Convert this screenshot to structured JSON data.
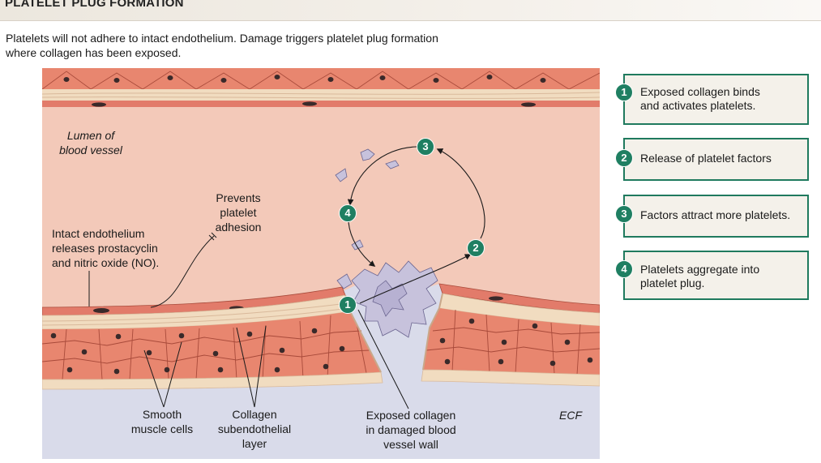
{
  "header": {
    "title": "PLATELET PLUG FORMATION"
  },
  "intro": {
    "line1": "Platelets will not adhere to intact endothelium. Damage triggers platelet plug formation",
    "line2": "where collagen has been exposed."
  },
  "figure": {
    "lumen": {
      "line1": "Lumen of",
      "line2": "blood vessel"
    },
    "prevents": {
      "line1": "Prevents",
      "line2": "platelet",
      "line3": "adhesion"
    },
    "endothelium": {
      "line1": "Intact endothelium",
      "line2": "releases prostacyclin",
      "line3": "and nitric oxide (NO)."
    },
    "smooth_muscle": {
      "line1": "Smooth",
      "line2": "muscle cells"
    },
    "collagen_layer": {
      "line1": "Collagen",
      "line2": "subendothelial",
      "line3": "layer"
    },
    "exposed_collagen": {
      "line1": "Exposed collagen",
      "line2": "in damaged blood",
      "line3": "vessel wall"
    },
    "ecf": "ECF"
  },
  "steps": [
    {
      "number": "1",
      "line1": "Exposed collagen binds",
      "line2": "and activates platelets."
    },
    {
      "number": "2",
      "line1": "Release of platelet factors",
      "line2": ""
    },
    {
      "number": "3",
      "line1": "Factors attract more platelets.",
      "line2": ""
    },
    {
      "number": "4",
      "line1": "Platelets aggregate into",
      "line2": "platelet plug."
    }
  ],
  "colors": {
    "badge_green": "#1f7f62",
    "box_border": "#1f7a5e",
    "box_fill": "#f4f1ea",
    "lumen": "#f3c9b9",
    "endothelium": "#e27b6a",
    "smooth_muscle": "#e8866f",
    "collagen": "#f1dcc0",
    "ecf": "#d9dbea",
    "platelet": "#c7c2dc"
  }
}
